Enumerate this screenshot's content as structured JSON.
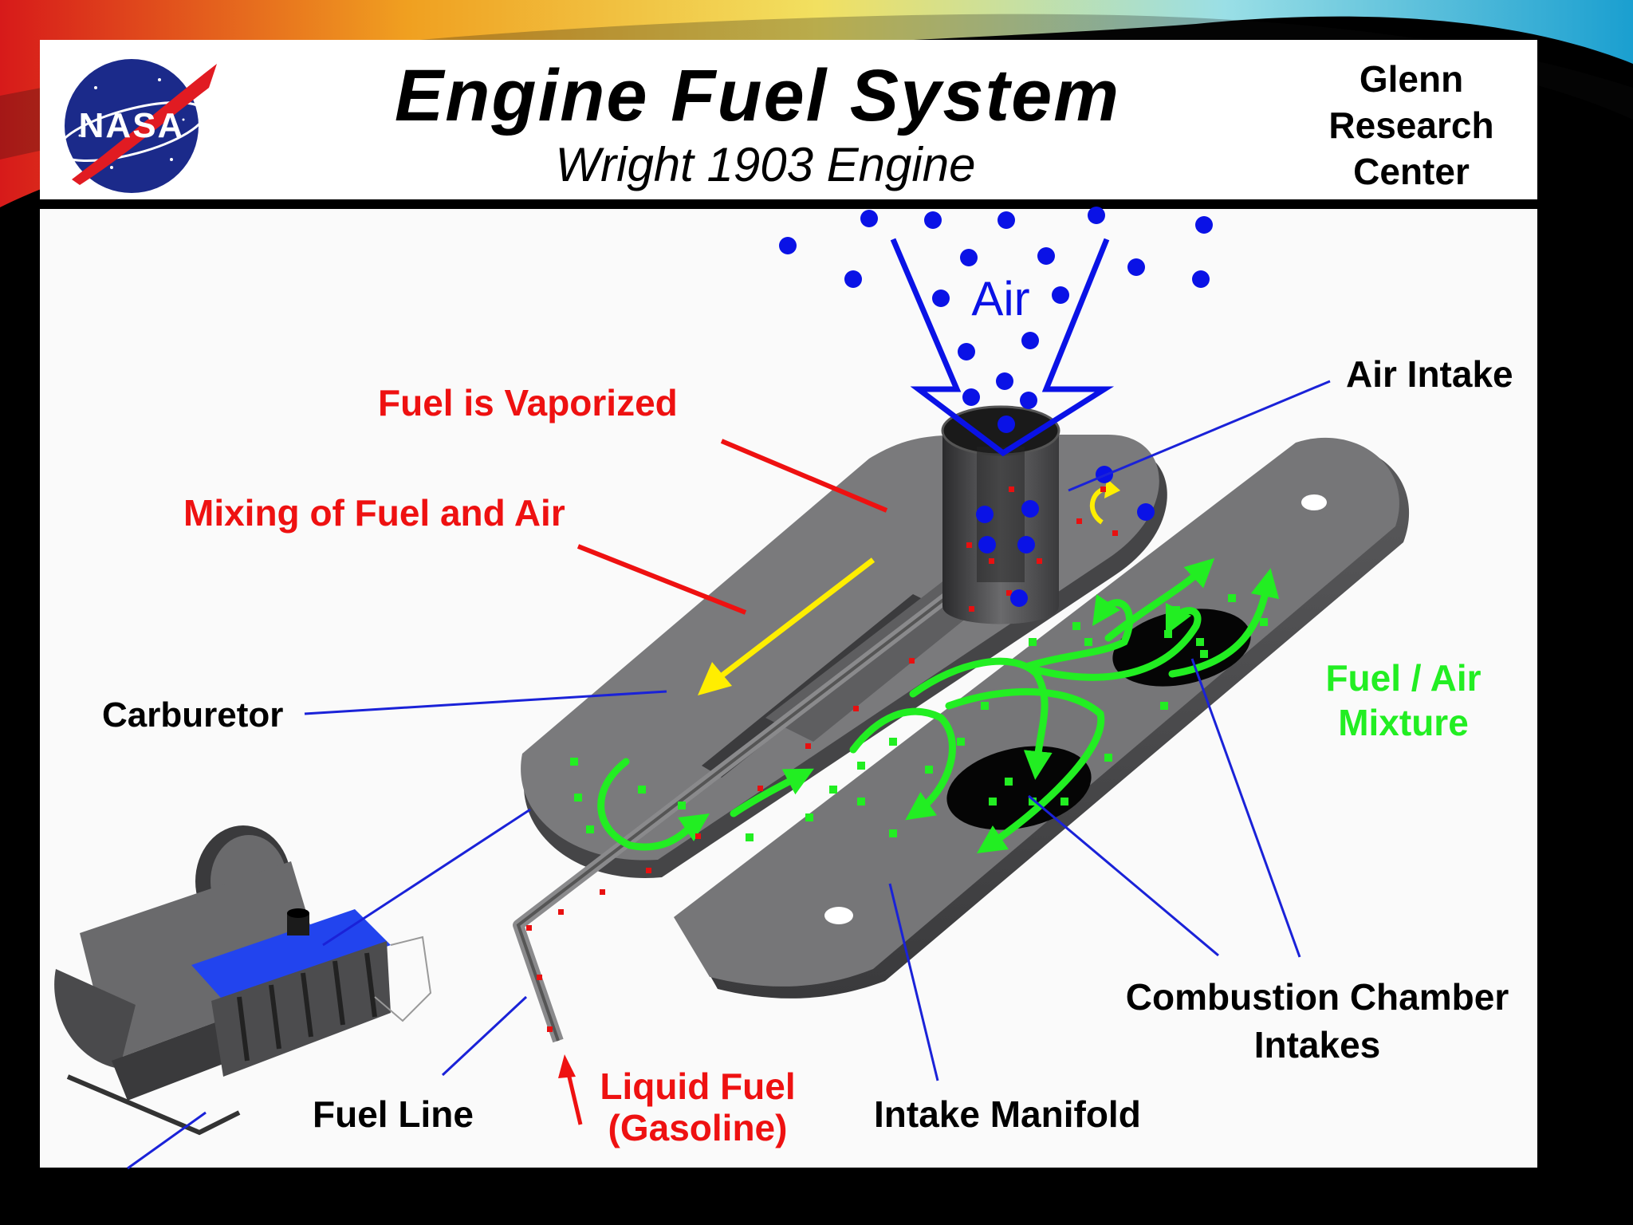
{
  "header": {
    "logo_text": "NASA",
    "title": "Engine Fuel System",
    "subtitle": "Wright 1903 Engine",
    "center_lines": [
      "Glenn",
      "Research",
      "Center"
    ]
  },
  "labels": {
    "air": "Air",
    "air_intake": "Air Intake",
    "fuel_vaporized": "Fuel is Vaporized",
    "mixing": "Mixing of Fuel and Air",
    "carburetor": "Carburetor",
    "fuel_air_mixture": [
      "Fuel / Air",
      "Mixture"
    ],
    "combustion": [
      "Combustion Chamber",
      "Intakes"
    ],
    "intake_manifold": "Intake Manifold",
    "fuel_line": "Fuel Line",
    "liquid_fuel": [
      "Liquid Fuel",
      "(Gasoline)"
    ]
  },
  "colors": {
    "air_particles": "#0a12e6",
    "fuel_particles": "#e81010",
    "mixture_flow": "#22ee22",
    "callout_line": "#1a22d8",
    "engine_cover": "#2244ee",
    "manifold": "#6e6e70"
  }
}
